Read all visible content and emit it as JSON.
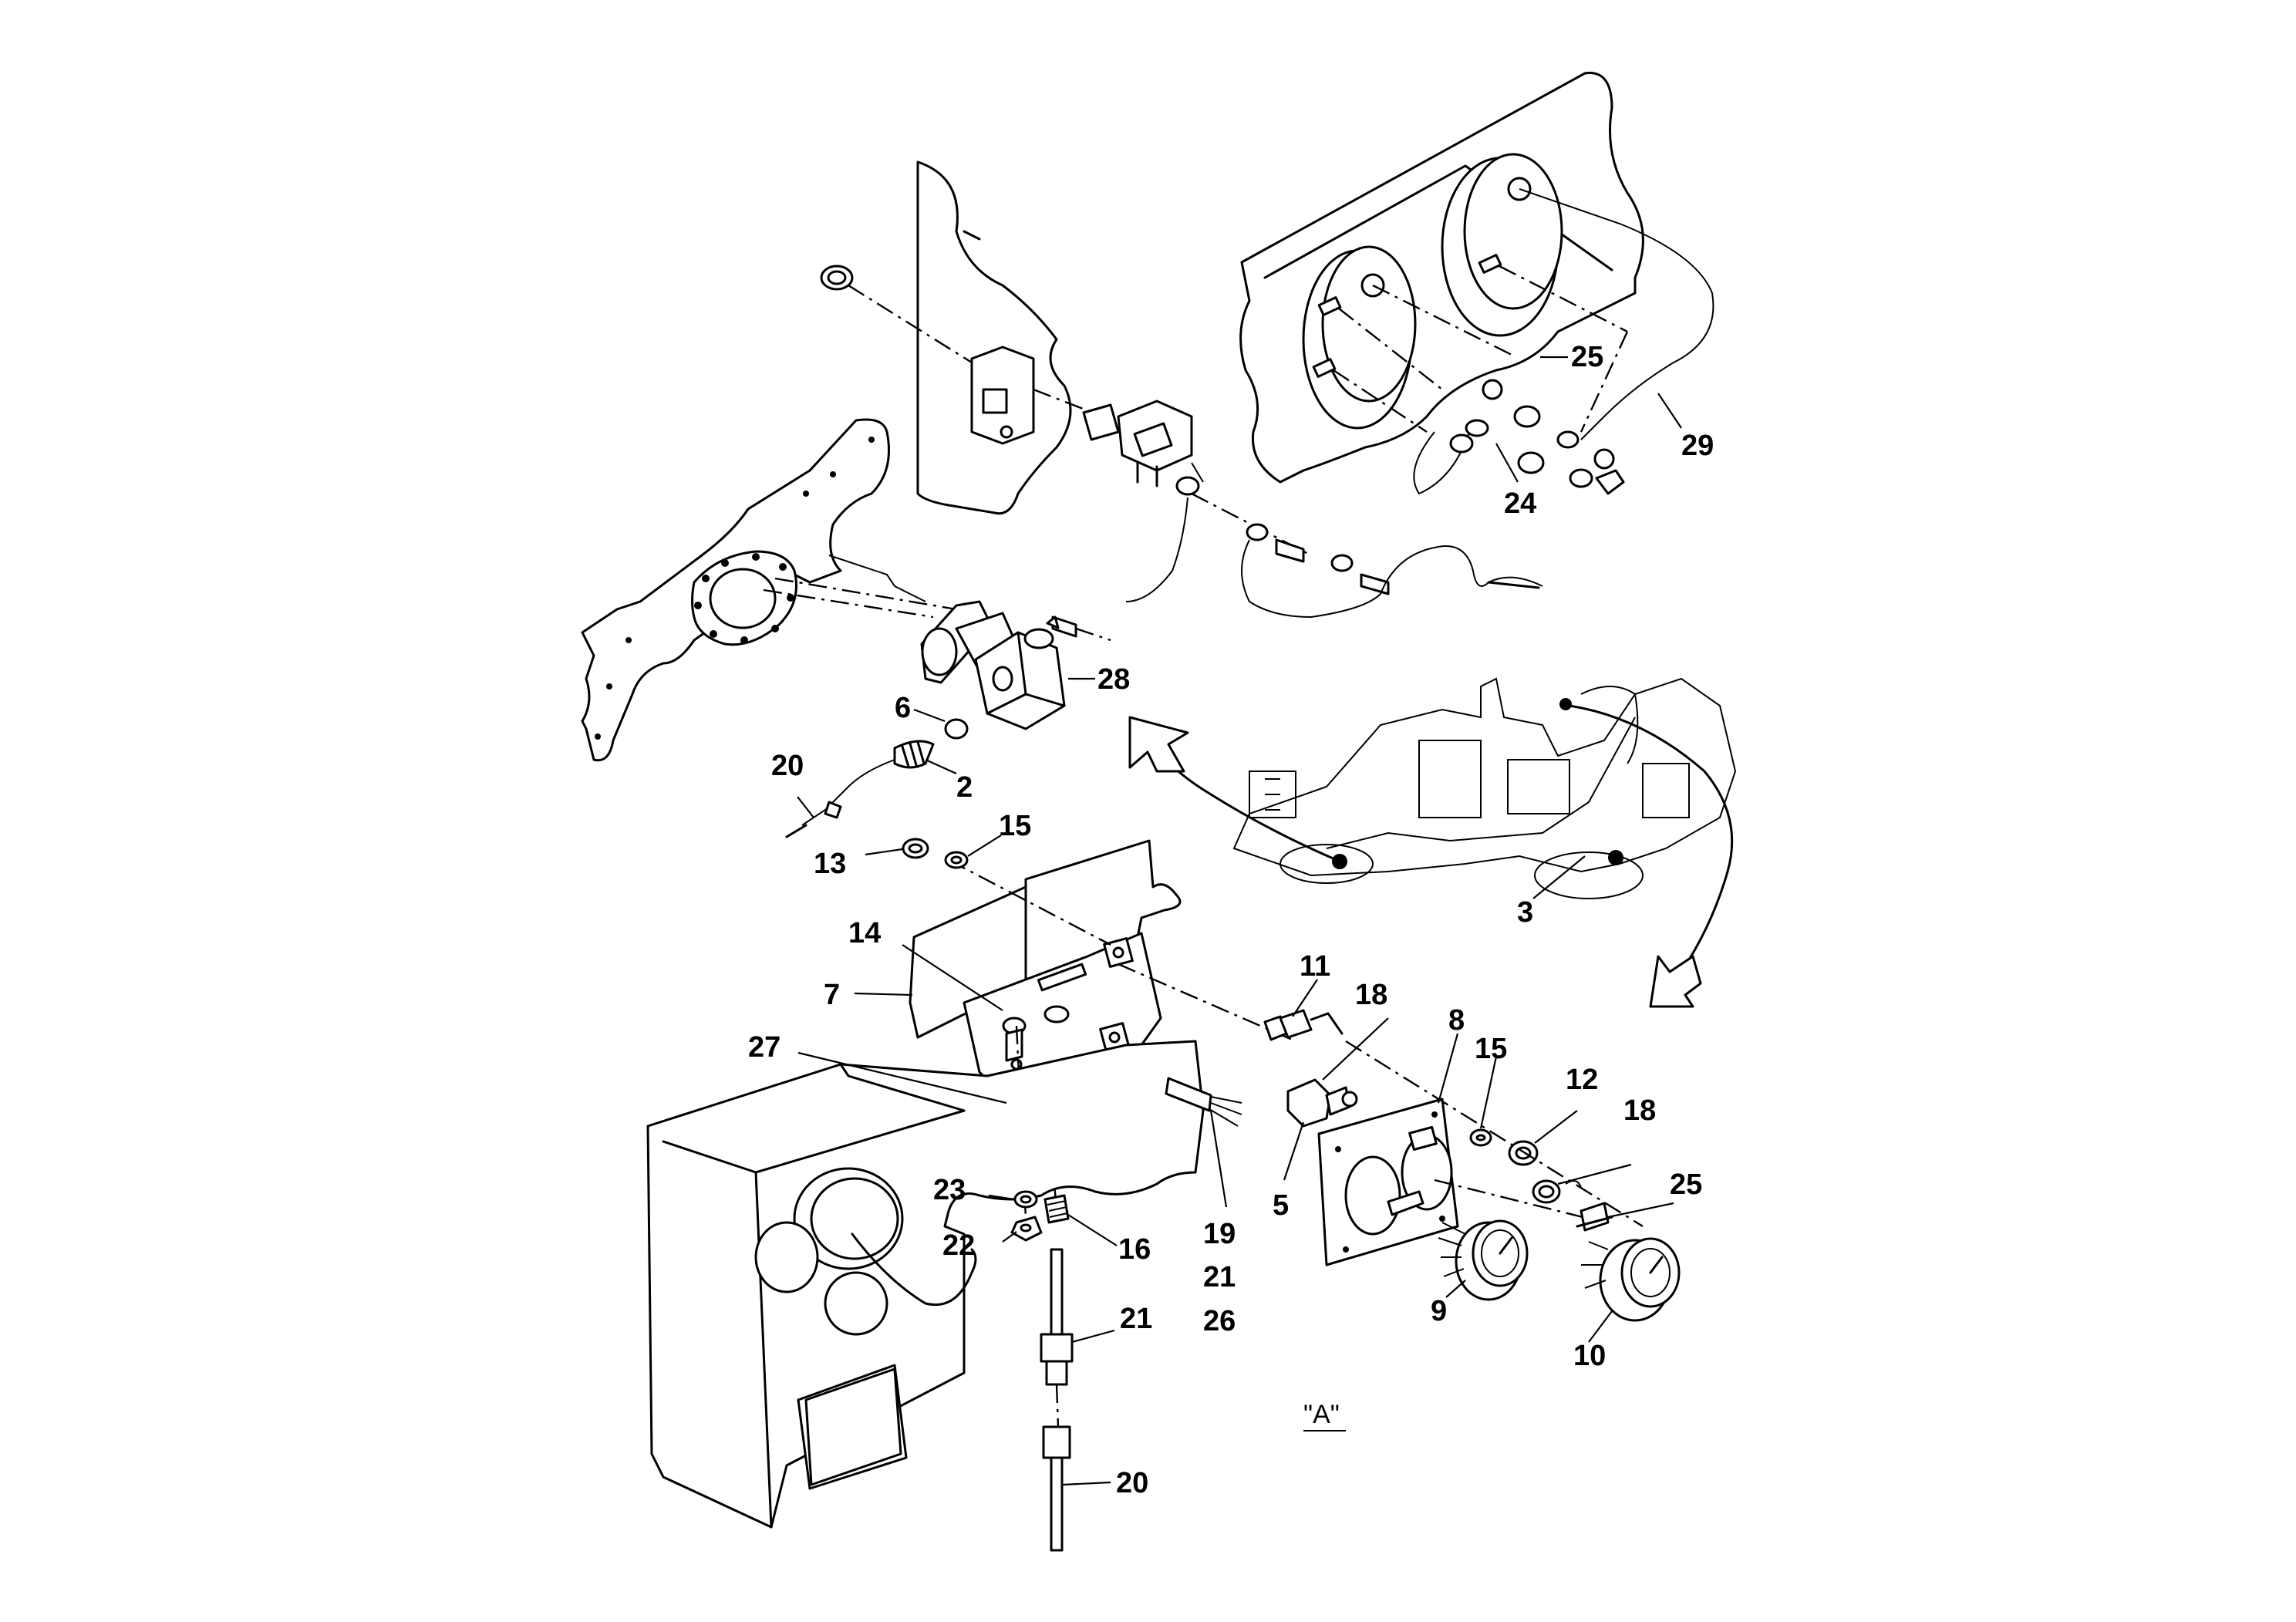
{
  "diagram": {
    "view_label": "\"A\"",
    "callouts": [
      {
        "id": "c25a",
        "text": "25"
      },
      {
        "id": "c29",
        "text": "29"
      },
      {
        "id": "c24",
        "text": "24"
      },
      {
        "id": "c28",
        "text": "28"
      },
      {
        "id": "c6",
        "text": "6"
      },
      {
        "id": "c2",
        "text": "2"
      },
      {
        "id": "c20a",
        "text": "20"
      },
      {
        "id": "c13",
        "text": "13"
      },
      {
        "id": "c15a",
        "text": "15"
      },
      {
        "id": "c3",
        "text": "3"
      },
      {
        "id": "c14",
        "text": "14"
      },
      {
        "id": "c7",
        "text": "7"
      },
      {
        "id": "c11",
        "text": "11"
      },
      {
        "id": "c18a",
        "text": "18"
      },
      {
        "id": "c8",
        "text": "8"
      },
      {
        "id": "c15b",
        "text": "15"
      },
      {
        "id": "c12",
        "text": "12"
      },
      {
        "id": "c18b",
        "text": "18"
      },
      {
        "id": "c27",
        "text": "27"
      },
      {
        "id": "c5",
        "text": "5"
      },
      {
        "id": "c25b",
        "text": "25"
      },
      {
        "id": "c23",
        "text": "23"
      },
      {
        "id": "c22",
        "text": "22"
      },
      {
        "id": "c16",
        "text": "16"
      },
      {
        "id": "c19",
        "text": "19"
      },
      {
        "id": "c21a",
        "text": "21"
      },
      {
        "id": "c26",
        "text": "26"
      },
      {
        "id": "c9",
        "text": "9"
      },
      {
        "id": "c10",
        "text": "10"
      },
      {
        "id": "c21b",
        "text": "21"
      },
      {
        "id": "c20b",
        "text": "20"
      }
    ]
  }
}
